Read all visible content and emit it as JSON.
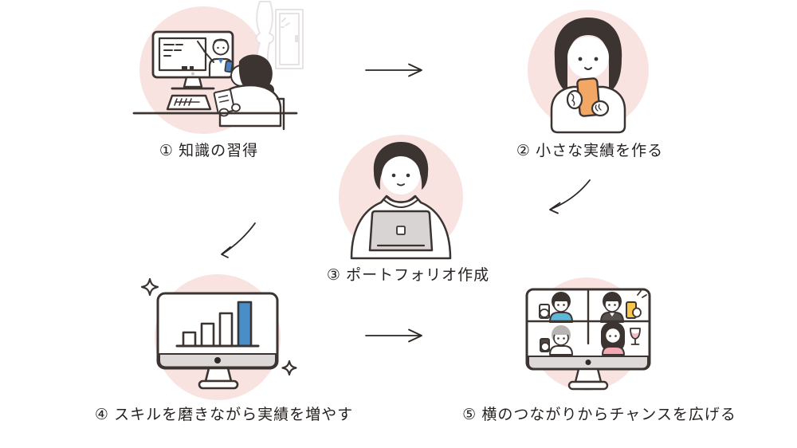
{
  "diagram": {
    "description": "5-step career flow diagram",
    "steps": [
      {
        "id": 1,
        "label": "① 知識の習得",
        "illustration": "person-watching-online-lesson"
      },
      {
        "id": 2,
        "label": "② 小さな実績を作る",
        "illustration": "woman-using-smartphone"
      },
      {
        "id": 3,
        "label": "③ ポートフォリオ作成",
        "illustration": "person-working-on-laptop"
      },
      {
        "id": 4,
        "label": "④ スキルを磨きながら実績を増やす",
        "illustration": "monitor-with-rising-bar-chart"
      },
      {
        "id": 5,
        "label": "⑤ 横のつながりからチャンスを広げる",
        "illustration": "video-call-with-four-people"
      }
    ],
    "arrows": [
      {
        "from": 1,
        "to": 2,
        "type": "straight-right"
      },
      {
        "from": 2,
        "to": 3,
        "type": "curved-down-left"
      },
      {
        "from": 3,
        "to": 4,
        "type": "curved-down-left"
      },
      {
        "from": 4,
        "to": 5,
        "type": "straight-right"
      }
    ],
    "palette": {
      "background": "#ffffff",
      "circle_pink": "#f8e3e1",
      "line_dark": "#3b3431",
      "accent_blue": "#4a8ec7",
      "tie_blue": "#4a7fc1",
      "phone_orange": "#f3a765",
      "teal_shirt": "#5cb8d6",
      "beer_yellow": "#f6c64f",
      "wine_pink": "#f3bac2",
      "top_pink": "#f2a9b4",
      "gray_hair": "#b8b4b2",
      "suit_gray": "#55504e",
      "bezel_gray": "#dcd9d8",
      "window_gray": "#e7e3e2",
      "text": "#262220"
    }
  }
}
